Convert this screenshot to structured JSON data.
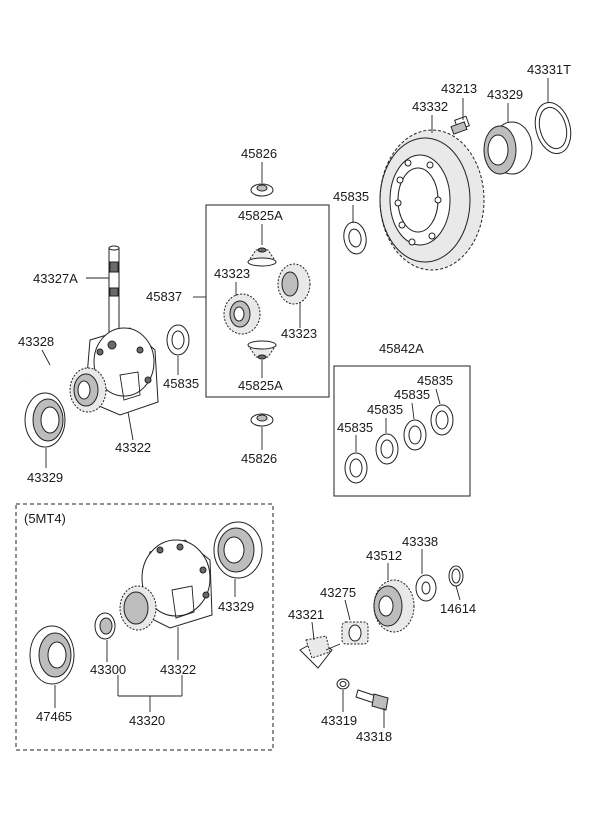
{
  "labels": {
    "l43213": "43213",
    "l43331T": "43331T",
    "l43332": "43332",
    "l43329a": "43329",
    "l45826a": "45826",
    "l45835a": "45835",
    "l45825Aa": "45825A",
    "l43323a": "43323",
    "l45837": "45837",
    "l43323b": "43323",
    "l43327A": "43327A",
    "l43328": "43328",
    "l45835b": "45835",
    "l45825Ab": "45825A",
    "l43322a": "43322",
    "l43329b": "43329",
    "l45826b": "45826",
    "l45842A": "45842A",
    "l45835c": "45835",
    "l45835d": "45835",
    "l45835e": "45835",
    "l45835f": "45835",
    "variant": "(5MT4)",
    "l43329c": "43329",
    "l43300": "43300",
    "l43322b": "43322",
    "l47465": "47465",
    "l43320": "43320",
    "l43338": "43338",
    "l43512": "43512",
    "l43275": "43275",
    "l14614": "14614",
    "l43321": "43321",
    "l43319": "43319",
    "l43318": "43318"
  }
}
